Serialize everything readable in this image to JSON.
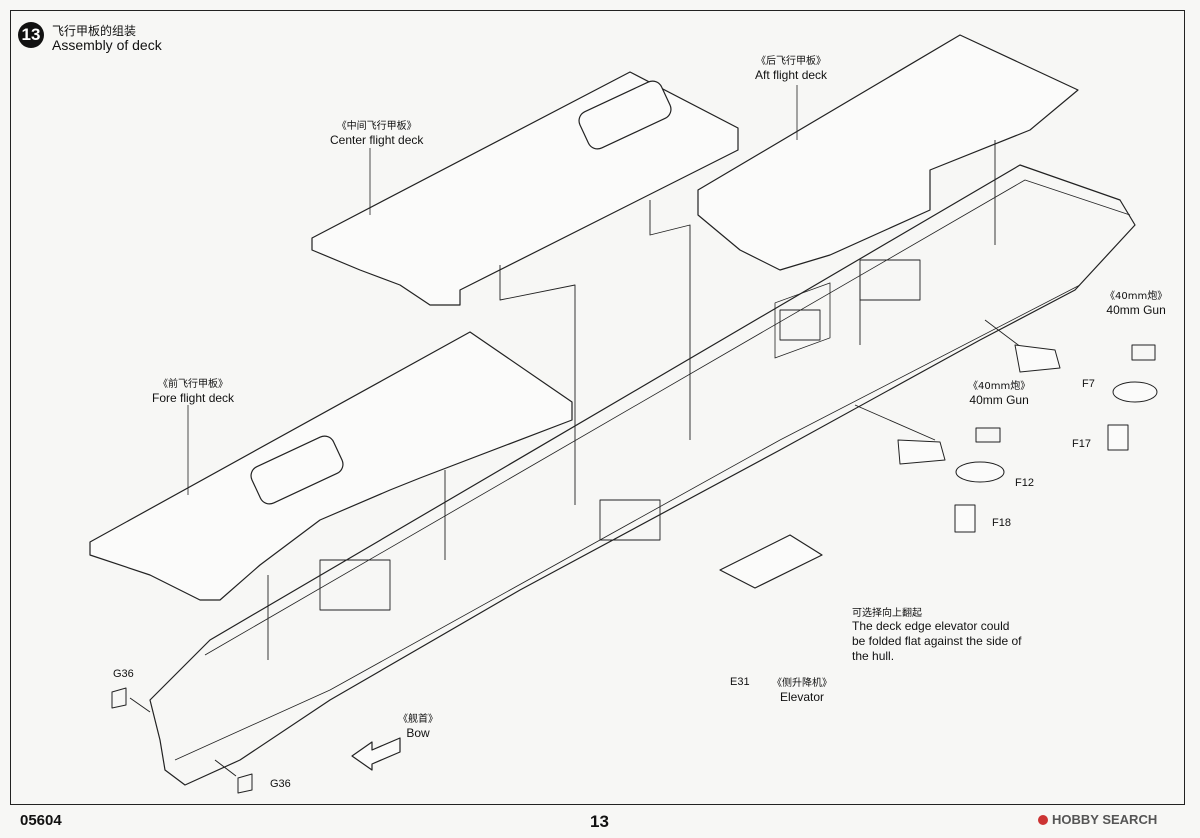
{
  "step": {
    "number": "13",
    "title_cn": "飞行甲板的组装",
    "title_en": "Assembly of deck"
  },
  "labels": {
    "aft_deck": {
      "cn": "《后飞行甲板》",
      "en": "Aft flight deck"
    },
    "center_deck": {
      "cn": "《中间飞行甲板》",
      "en": "Center flight deck"
    },
    "fore_deck": {
      "cn": "《前飞行甲板》",
      "en": "Fore flight deck"
    },
    "gun_right": {
      "cn": "《40mm炮》",
      "en": "40mm Gun"
    },
    "gun_mid": {
      "cn": "《40mm炮》",
      "en": "40mm Gun"
    },
    "elevator": {
      "cn": "《侧升降机》",
      "en": "Elevator"
    },
    "bow": {
      "cn": "《舰首》",
      "en": "Bow"
    }
  },
  "parts": {
    "f7": "F7",
    "f17": "F17",
    "f12": "F12",
    "f18": "F18",
    "e31": "E31",
    "g36_top": "G36",
    "g36_bottom": "G36"
  },
  "note": {
    "cn": "可选择向上翻起",
    "en": "The deck edge elevator could be folded flat against the side of the hull."
  },
  "footer": {
    "product_code": "05604",
    "page_number": "13",
    "watermark": "HOBBY SEARCH"
  }
}
